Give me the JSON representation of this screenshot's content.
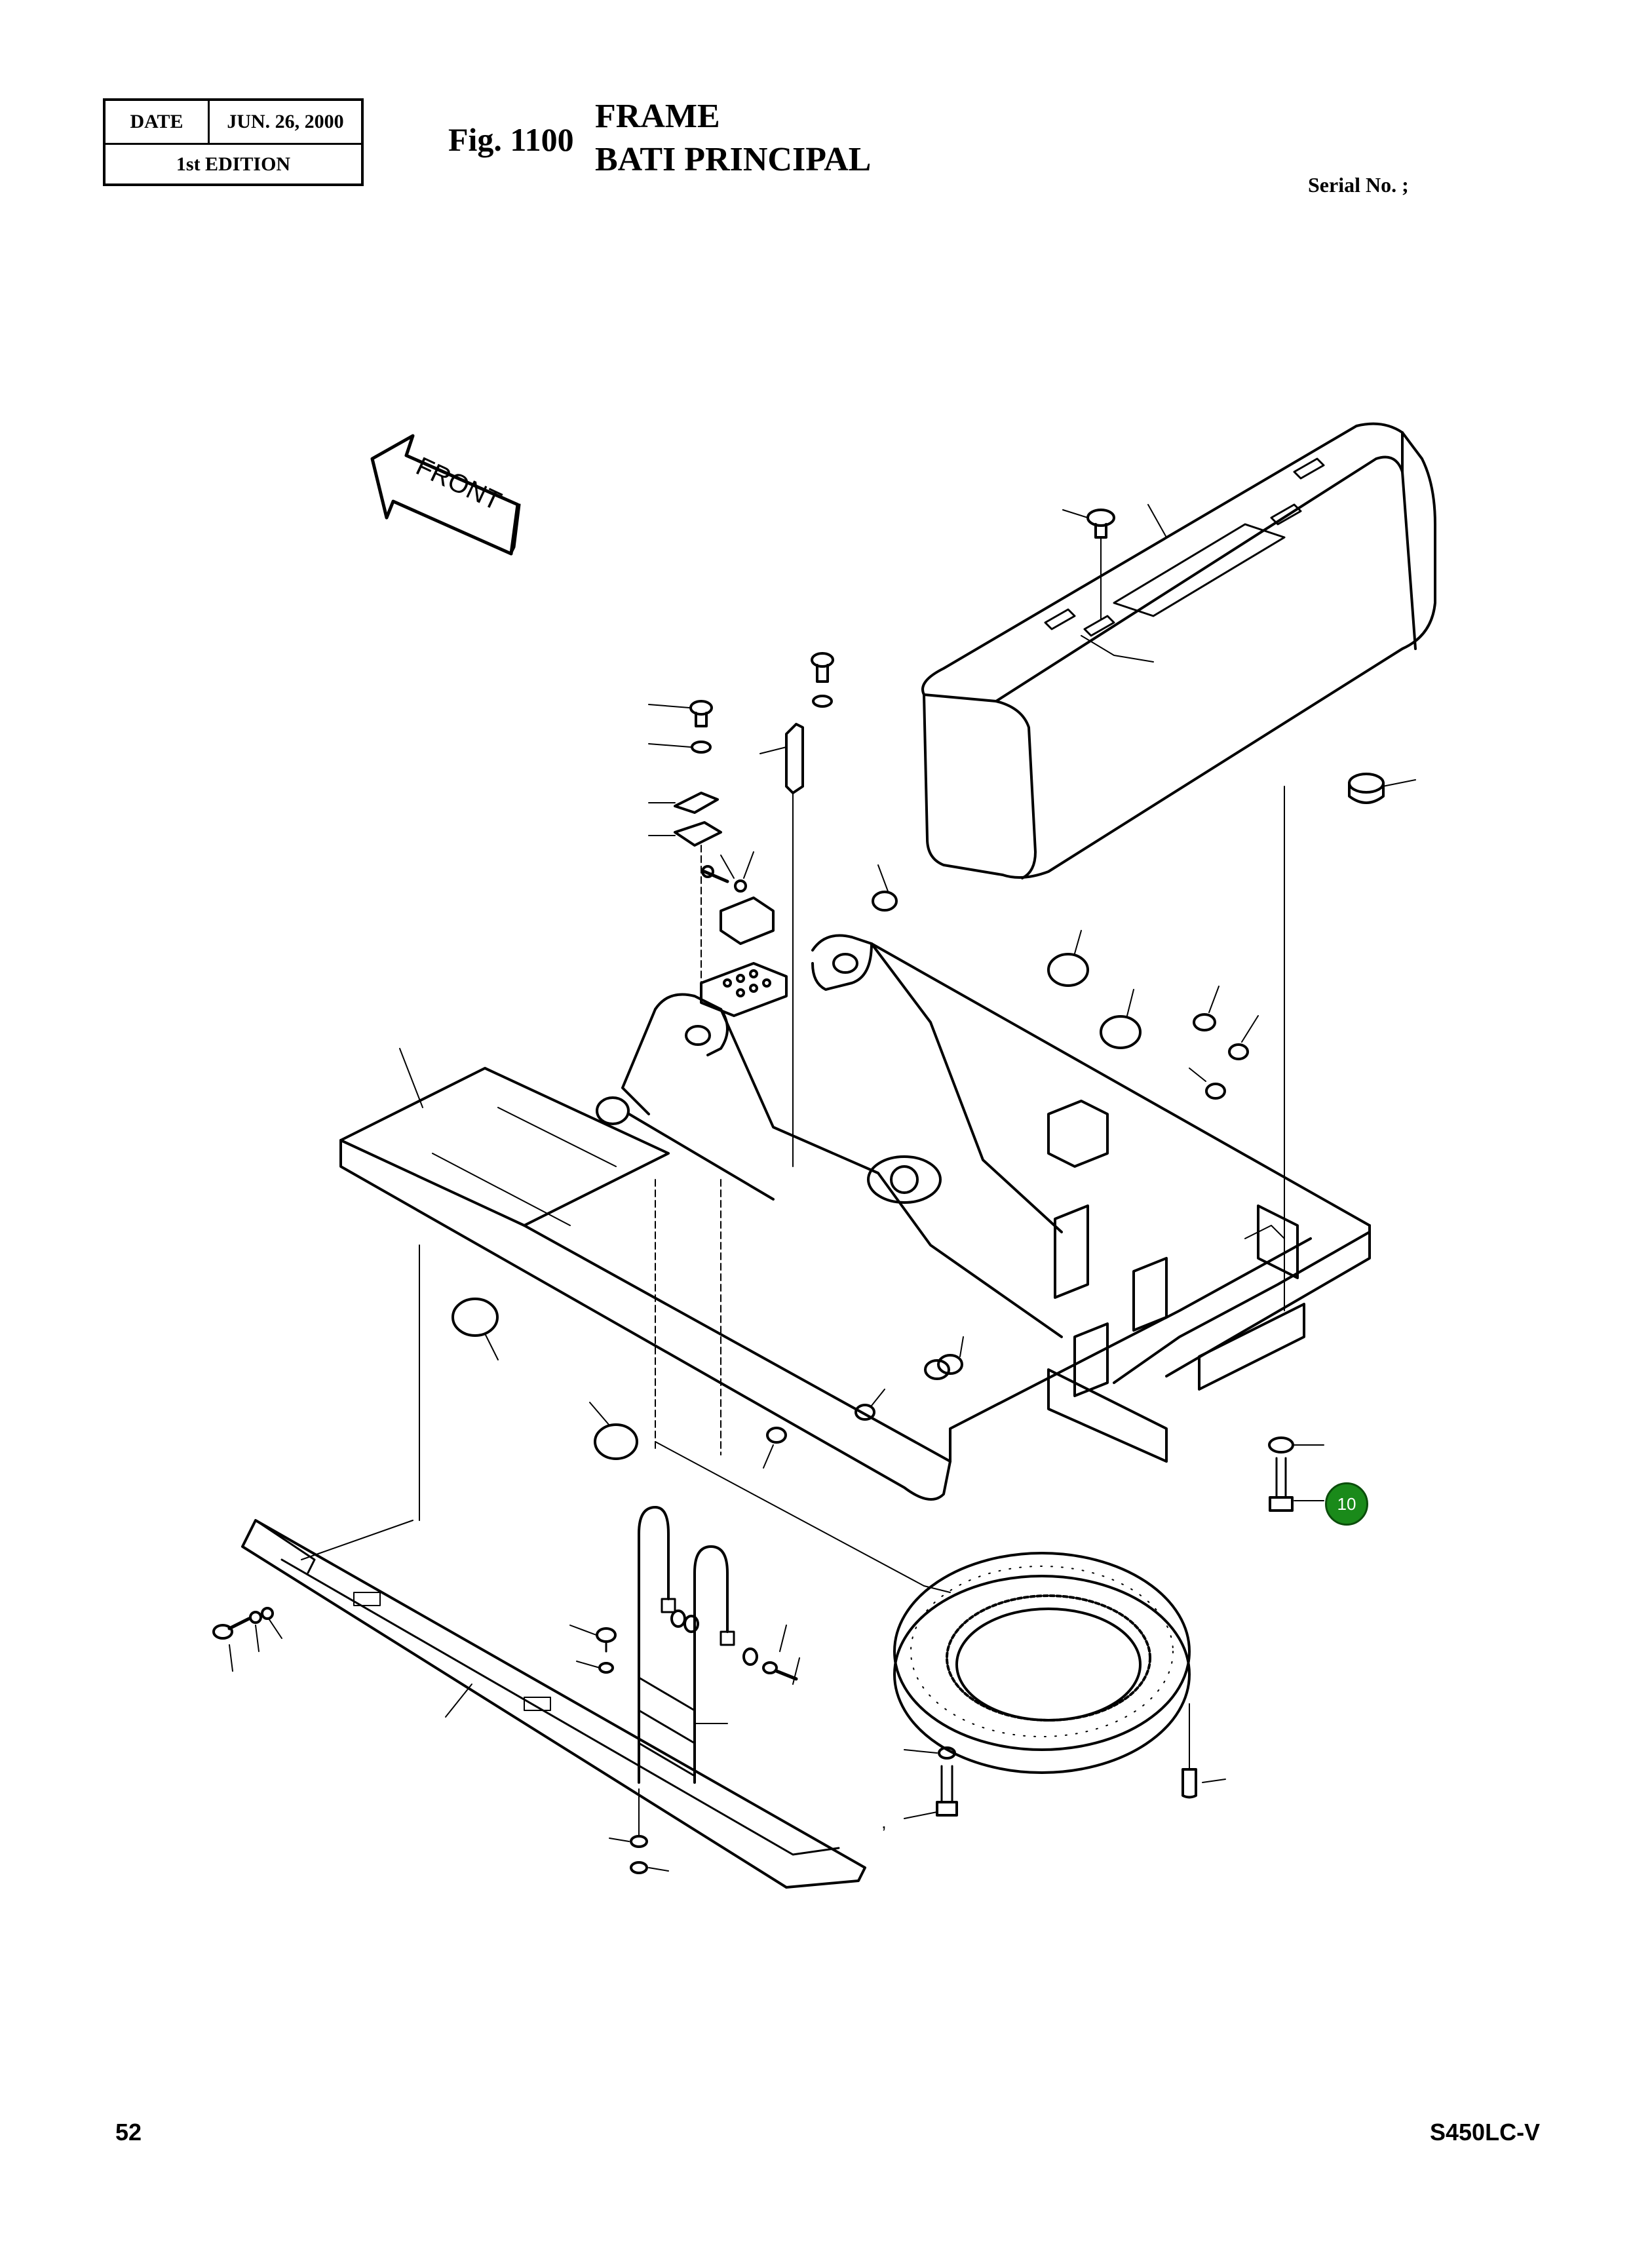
{
  "header": {
    "date_label": "DATE",
    "date_value": "JUN. 26, 2000",
    "edition": "1st EDITION",
    "fig_number": "Fig. 1100",
    "title_en": "FRAME",
    "title_fr": "BATI PRINCIPAL",
    "serial_label": "Serial No. ;"
  },
  "drawing": {
    "front_label": "FRONT",
    "callout_number": "10",
    "callout_color": "#1a8a1a",
    "stray_mark": ","
  },
  "footer": {
    "page_number": "52",
    "model": "S450LC-V"
  }
}
